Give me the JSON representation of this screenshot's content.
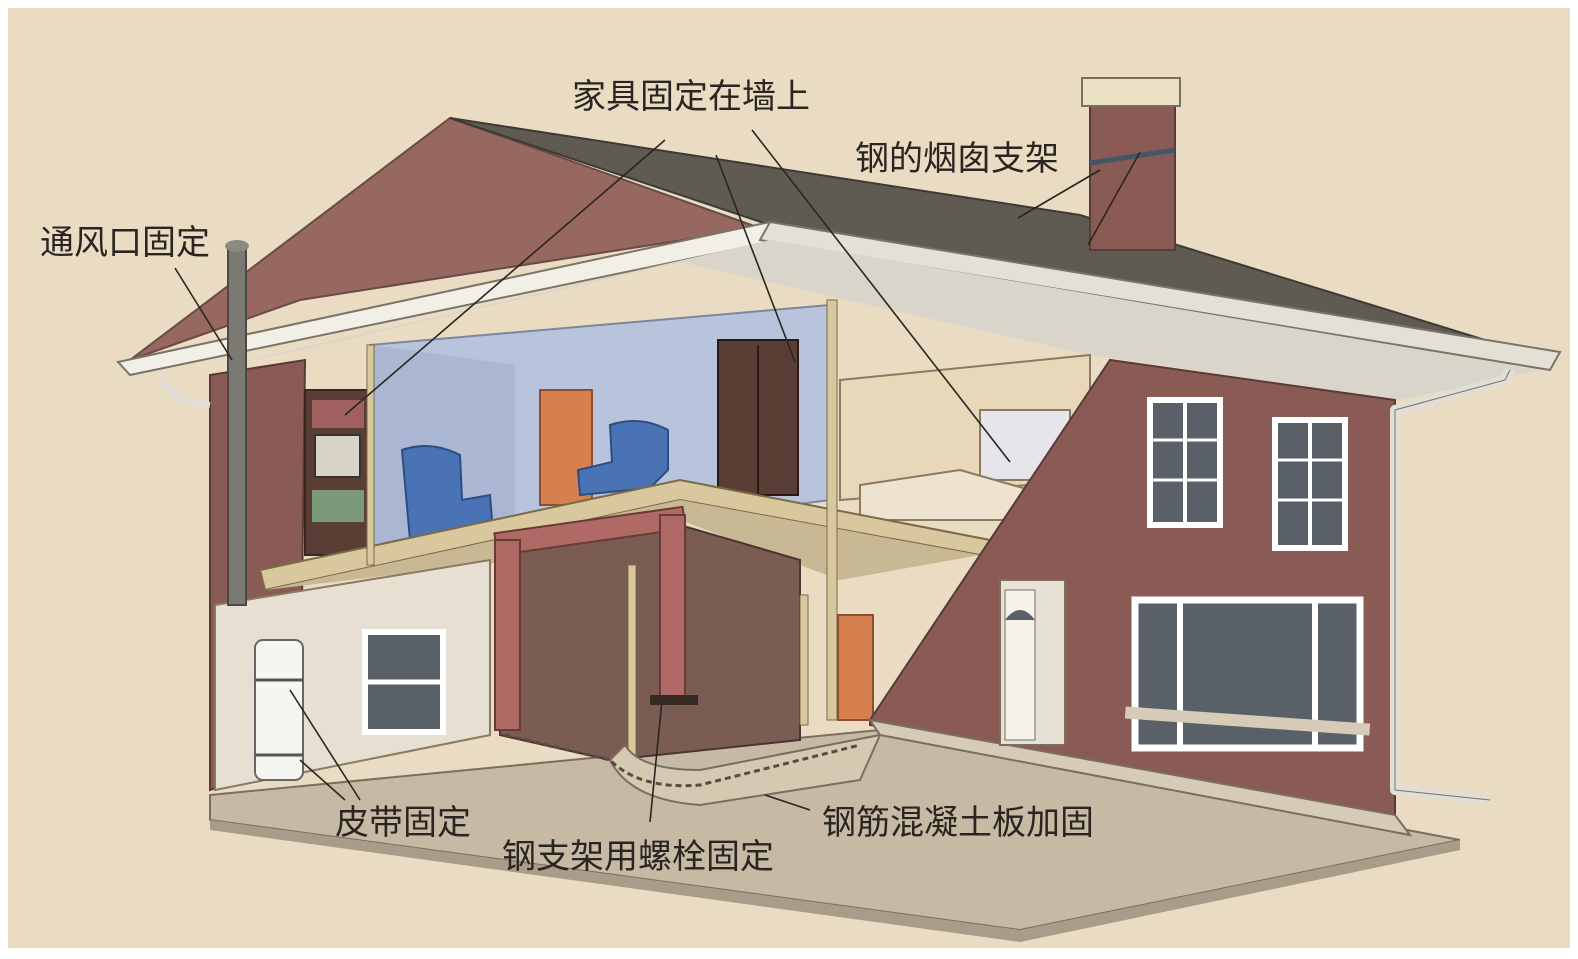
{
  "labels": {
    "furniture": "家具固定在墙上",
    "chimney": "钢的烟囱支架",
    "vent": "通风口固定",
    "belt": "皮带固定",
    "slab": "钢筋混凝土板加固",
    "steel_support": "钢支架用螺栓固定"
  },
  "colors": {
    "background": "#e9dcc3",
    "brick": "#8a5a55",
    "roof_dark": "#5f5a52",
    "roof_brown": "#96685f",
    "room_blue": "#b8c3dc",
    "chair_blue": "#4a73b5",
    "door_orange": "#d68050",
    "beam_red": "#b06a66",
    "slab": "#c9bba2",
    "pole": "#d9c89e",
    "wall_beige": "#e8d7b8"
  }
}
